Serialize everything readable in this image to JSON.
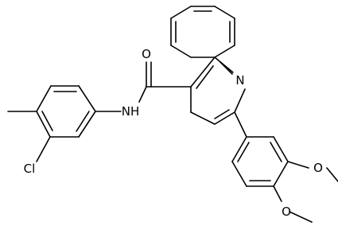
{
  "labels": {
    "oxygen_carbonyl": "O",
    "nitrogen_amide": "NH",
    "nitrogen_ring": "N",
    "chlorine": "Cl",
    "oxygen_methoxy_3": "O",
    "oxygen_methoxy_4": "O"
  },
  "colors": {
    "bond": "#000000",
    "text": "#000000",
    "background": "#ffffff"
  }
}
